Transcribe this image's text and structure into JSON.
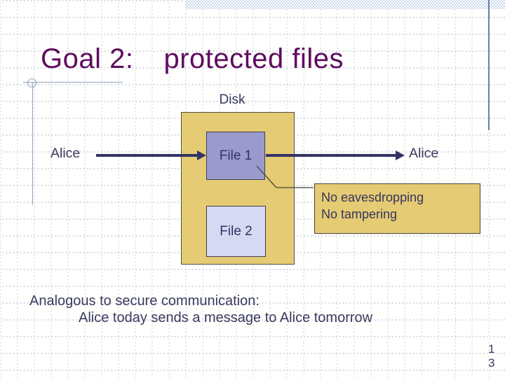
{
  "title": {
    "part1": "Goal 2:",
    "part2": "protected files"
  },
  "diagram": {
    "disk_label": "Disk",
    "file1_label": "File 1",
    "file2_label": "File 2",
    "alice_left_label": "Alice",
    "alice_right_label": "Alice",
    "note": {
      "line1": "No eavesdropping",
      "line2": "No tampering"
    }
  },
  "body": {
    "line1": "Analogous to secure communication:",
    "line2": "Alice today sends a message to Alice tomorrow"
  },
  "footer": {
    "page_number_line1": "1",
    "page_number_line2": "3"
  },
  "colors": {
    "title_purple": "#5f0b60",
    "text_navy": "#3a3a5f",
    "label_navy": "#333366",
    "disk_fill": "#e4cb74",
    "file1_fill": "#9a9acd",
    "file2_fill": "#d5d9f1",
    "note_fill": "#e4cb74",
    "arrow": "#333366",
    "decor_line": "#8fa3bf",
    "top_band_blue": "#cbd9eb"
  }
}
